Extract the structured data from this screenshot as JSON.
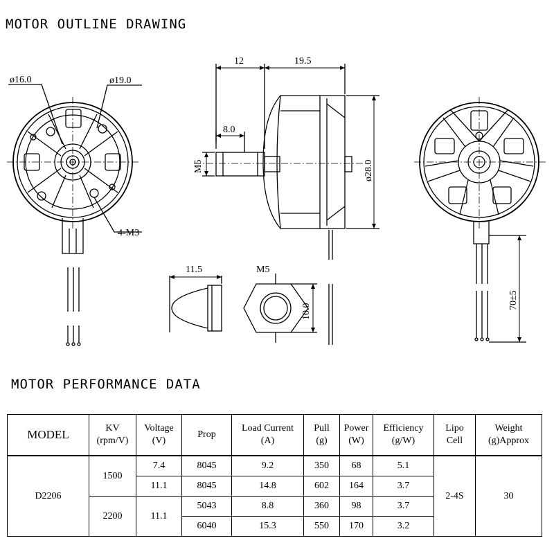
{
  "outline_heading": "MOTOR OUTLINE DRAWING",
  "performance_heading": "MOTOR PERFORMANCE DATA",
  "dims": {
    "d16": "ø16.0",
    "d19": "ø19.0",
    "m3": "4-M3",
    "d12": "12",
    "d195": "19.5",
    "d8": "8.0",
    "m5_shaft": "M5",
    "d28": "ø28.0",
    "d115": "11.5",
    "m5_nut": "M5",
    "d10": "10.0",
    "lead": "70±5"
  },
  "table": {
    "headers": {
      "model": "MODEL",
      "kv": [
        "KV",
        "(rpm/V)"
      ],
      "voltage": [
        "Voltage",
        "(V)"
      ],
      "prop": "Prop",
      "current": [
        "Load Current",
        "(A)"
      ],
      "pull": [
        "Pull",
        "(g)"
      ],
      "power": [
        "Power",
        "(W)"
      ],
      "efficiency": [
        "Efficiency",
        "(g/W)"
      ],
      "lipo": [
        "Lipo",
        "Cell"
      ],
      "weight": [
        "Weight",
        "(g)Approx"
      ]
    },
    "model": "D2206",
    "lipo": "2-4S",
    "weight": "30",
    "kv_1500": "1500",
    "kv_2200": "2200",
    "volt_74": "7.4",
    "volt_111a": "11.1",
    "volt_111b": "11.1",
    "rows": [
      {
        "prop": "8045",
        "current": "9.2",
        "pull": "350",
        "power": "68",
        "eff": "5.1"
      },
      {
        "prop": "8045",
        "current": "14.8",
        "pull": "602",
        "power": "164",
        "eff": "3.7"
      },
      {
        "prop": "5043",
        "current": "8.8",
        "pull": "360",
        "power": "98",
        "eff": "3.7"
      },
      {
        "prop": "6040",
        "current": "15.3",
        "pull": "550",
        "power": "170",
        "eff": "3.2"
      }
    ]
  }
}
